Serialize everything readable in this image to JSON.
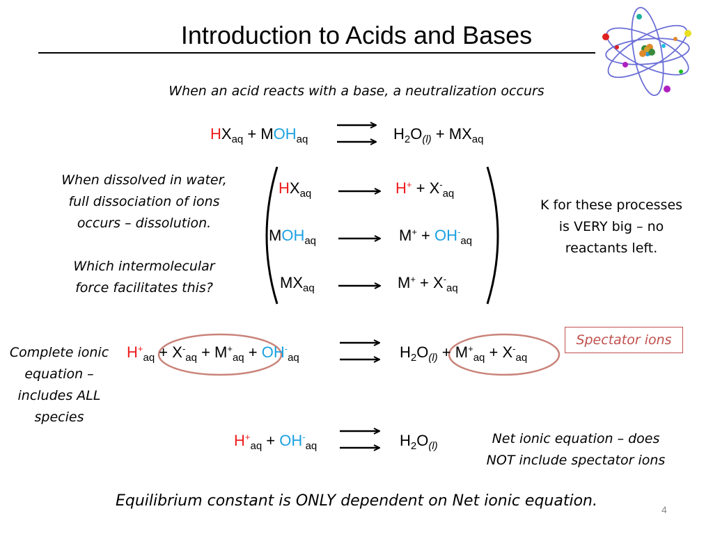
{
  "slide": {
    "title": "Introduction to Acids and Bases",
    "subtitle": "When an acid reacts with a base, a neutralization occurs",
    "page_number": "4"
  },
  "neutralization": {
    "left": {
      "h": "H",
      "x": "X",
      "aq1": "aq",
      "plus": " + ",
      "m": "M",
      "oh": "OH",
      "aq2": "aq"
    },
    "right": {
      "h": "H",
      "two": "2",
      "o": "O",
      "l": "(l)",
      "plus": " + ",
      "mx": "MX",
      "aq": "aq"
    }
  },
  "dissolution_note": {
    "line1": "When dissolved in water,",
    "line2": "full dissociation of ions",
    "line3": "occurs – dissolution.",
    "q1": "Which intermolecular",
    "q2": "force facilitates this?"
  },
  "dissociations": {
    "r1": {
      "l_h": "H",
      "l_x": "X",
      "l_aq": "aq",
      "r_h": "H",
      "r_plus_sign": "+",
      "r_plus": " + ",
      "r_x": "X",
      "r_minus": "-",
      "r_aq": "aq"
    },
    "r2": {
      "l_m": "M",
      "l_oh": "OH",
      "l_aq": "aq",
      "r_m": "M",
      "r_plus_sign": "+",
      "r_plus": " + ",
      "r_oh": "OH",
      "r_minus": "-",
      "r_aq": "aq"
    },
    "r3": {
      "l_mx": "MX",
      "l_aq": "aq",
      "r_m": "M",
      "r_plus_sign": "+",
      "r_plus": " + ",
      "r_x": "X",
      "r_minus": "-",
      "r_aq": "aq"
    }
  },
  "k_note": {
    "line1": "K for these processes",
    "line2": "is VERY big – no",
    "line3": "reactants left."
  },
  "complete_ionic": {
    "label1": "Complete ionic",
    "label2": "equation –",
    "label3": "includes ALL",
    "label4": "species",
    "h": "H",
    "plus_sign": "+",
    "aq": "aq",
    "plus": " + ",
    "x": "X",
    "minus": "-",
    "m": "M",
    "oh": "OH",
    "h2o_h": "H",
    "two": "2",
    "o": "O",
    "l": "(l)"
  },
  "spectator": {
    "label": "Spectator ions",
    "color": "#c0504d"
  },
  "net_ionic": {
    "h": "H",
    "plus_sign": "+",
    "aq": "aq",
    "plus": " + ",
    "oh": "OH",
    "minus": "-",
    "h2o_h": "H",
    "two": "2",
    "o": "O",
    "l": "(l)",
    "note1": "Net ionic equation – does",
    "note2": "NOT include spectator ions"
  },
  "footer": {
    "text": "Equilibrium constant is ONLY dependent on Net ionic equation."
  },
  "colors": {
    "acid_h": "#ee1c1c",
    "hydroxide": "#1ba1e2",
    "circle": "#c9837a"
  },
  "icons": {
    "logo": "atom-icon"
  }
}
